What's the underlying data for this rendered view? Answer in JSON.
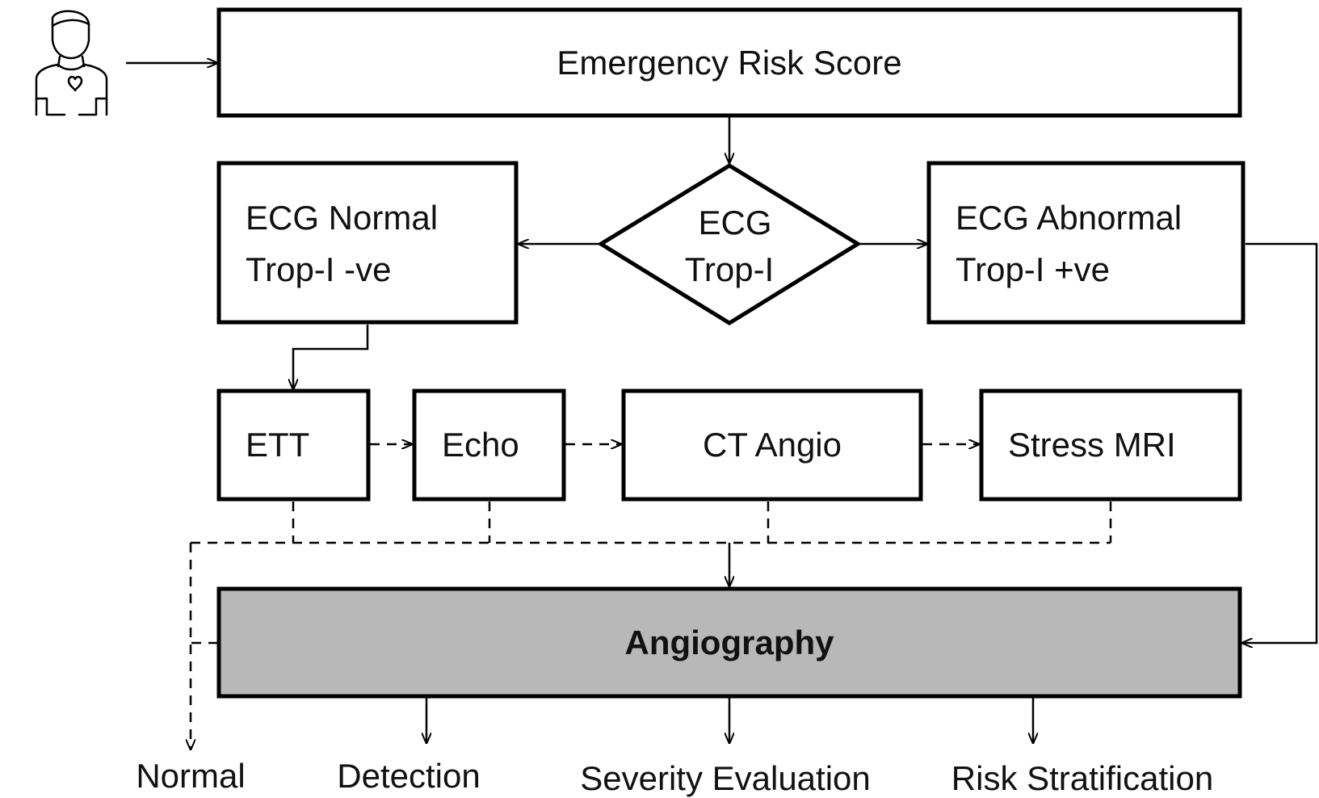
{
  "nodes": {
    "emergency_risk_score": "Emergency Risk Score",
    "ecg_decision": {
      "line1": "ECG",
      "line2": "Trop-I"
    },
    "ecg_normal": {
      "line1": "ECG Normal",
      "line2": "Trop-I -ve"
    },
    "ecg_abnormal": {
      "line1": "ECG Abnormal",
      "line2": "Trop-I +ve"
    },
    "tests": {
      "ett": "ETT",
      "echo": "Echo",
      "ct_angio": "CT Angio",
      "stress_mri": "Stress MRI"
    },
    "angiography": "Angiography"
  },
  "outcomes": {
    "normal": "Normal",
    "detection": "Detection",
    "severity_evaluation": "Severity Evaluation",
    "risk_stratification": "Risk Stratification"
  },
  "icons": {
    "patient": "patient-icon"
  },
  "colors": {
    "angiography_fill": "#b8b8b8",
    "stroke": "#000000"
  }
}
